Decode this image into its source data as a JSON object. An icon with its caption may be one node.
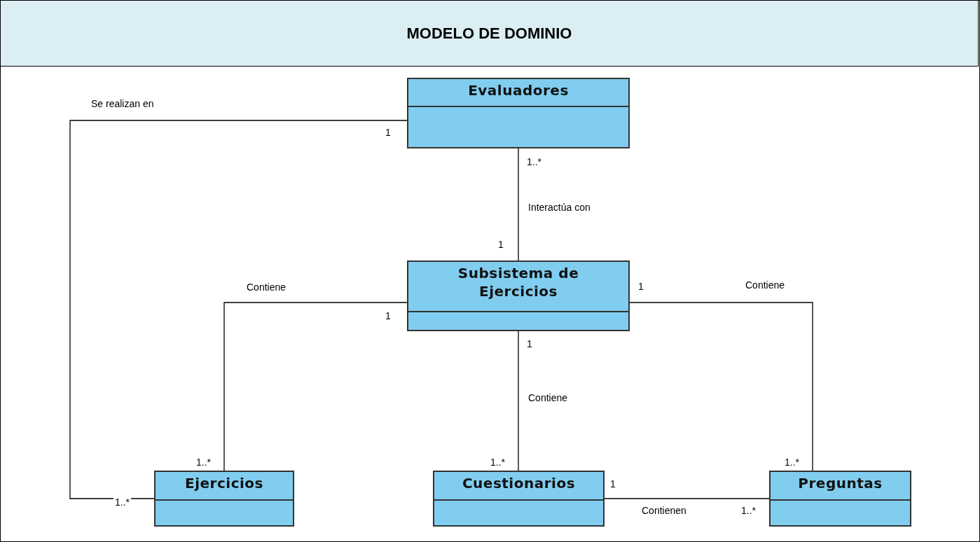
{
  "diagram": {
    "title": "MODELO DE DOMINIO",
    "nodes": [
      {
        "text": [
          "Evaluadores"
        ]
      },
      {
        "text": [
          "Subsistema de Ejercicios"
        ]
      },
      {
        "text": [
          "Ejercicios"
        ]
      },
      {
        "text": [
          "Cuestionarios"
        ]
      },
      {
        "text": [
          "Preguntas"
        ]
      }
    ],
    "edges": [
      {
        "from": 0,
        "to": 2,
        "arrow": "none",
        "label": "Se realizan en"
      },
      {
        "from": 0,
        "to": 1,
        "arrow": "none",
        "label": "Interactúa con"
      },
      {
        "from": 1,
        "to": 2,
        "arrow": "none",
        "label": "Contiene"
      },
      {
        "from": 1,
        "to": 3,
        "arrow": "none",
        "label": "Contiene"
      },
      {
        "from": 1,
        "to": 4,
        "arrow": "none",
        "label": "Contiene"
      },
      {
        "from": 3,
        "to": 4,
        "arrow": "none",
        "label": "Contienen"
      }
    ],
    "labels": [
      "1",
      "1..*",
      "1",
      "1",
      "1",
      "1",
      "1..*",
      "1..*",
      "1..*",
      "1",
      "1..*",
      "1..*"
    ]
  }
}
